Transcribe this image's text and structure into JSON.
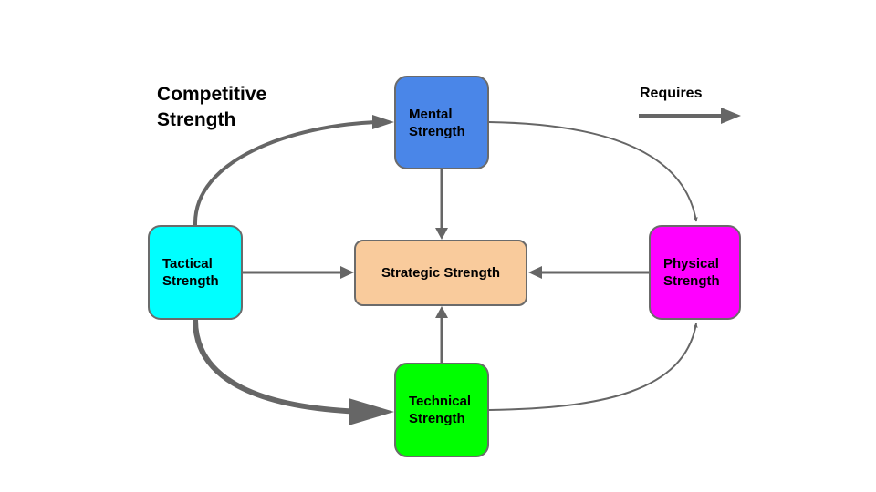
{
  "title": {
    "line1": "Competitive",
    "line2": "Strength"
  },
  "legend": {
    "label": "Requires"
  },
  "nodes": {
    "mental": {
      "line1": "Mental",
      "line2": "Strength",
      "color": "#4a86e8"
    },
    "tactical": {
      "line1": "Tactical",
      "line2": "Strength",
      "color": "#00ffff"
    },
    "strategic": {
      "label": "Strategic Strength",
      "color": "#f9cb9c"
    },
    "physical": {
      "line1": "Physical",
      "line2": "Strength",
      "color": "#ff00ff"
    },
    "technical": {
      "line1": "Technical",
      "line2": "Strength",
      "color": "#00ff00"
    }
  },
  "colors": {
    "arrow": "#666666",
    "border": "#6b6b6b"
  }
}
